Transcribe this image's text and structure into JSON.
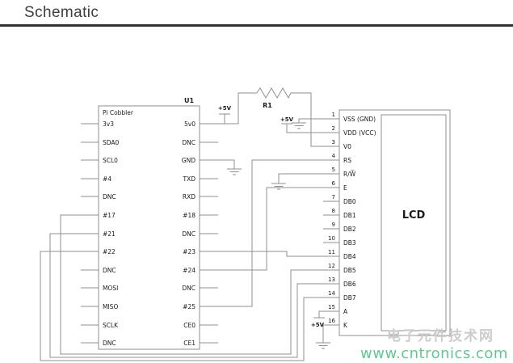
{
  "page": {
    "title": "Schematic"
  },
  "cobbler": {
    "ref": "U1",
    "name": "Pi Cobbler",
    "left_pins": [
      "3v3",
      "SDA0",
      "SCL0",
      "#4",
      "DNC",
      "#17",
      "#21",
      "#22",
      "DNC",
      "MOSI",
      "MISO",
      "SCLK",
      "DNC"
    ],
    "right_pins": [
      "5v0",
      "DNC",
      "GND",
      "TXD",
      "RXD",
      "#18",
      "DNC",
      "#23",
      "#24",
      "DNC",
      "#25",
      "CE0",
      "CE1"
    ]
  },
  "lcd": {
    "name": "LCD",
    "nums": [
      "1",
      "2",
      "3",
      "4",
      "5",
      "6",
      "7",
      "8",
      "9",
      "10",
      "11",
      "12",
      "13",
      "14",
      "15",
      "16"
    ],
    "names": [
      "VSS (GND)",
      "VDD (VCC)",
      "V0",
      "RS",
      "R/W̅",
      "E",
      "DB0",
      "DB1",
      "DB2",
      "DB3",
      "DB4",
      "DB5",
      "DB6",
      "DB7",
      "A",
      "K"
    ]
  },
  "labels": {
    "r1": "R1",
    "plus5v": "+5V"
  },
  "watermark": {
    "cn": "电子元件技术网",
    "url": "www.cntronics.com"
  },
  "colors": {
    "wire": "#8f8f8f",
    "text": "#1a1a1a",
    "url_green": "#5fc892",
    "title_rule": "#323232",
    "watermark_gray": "#cccccc"
  }
}
